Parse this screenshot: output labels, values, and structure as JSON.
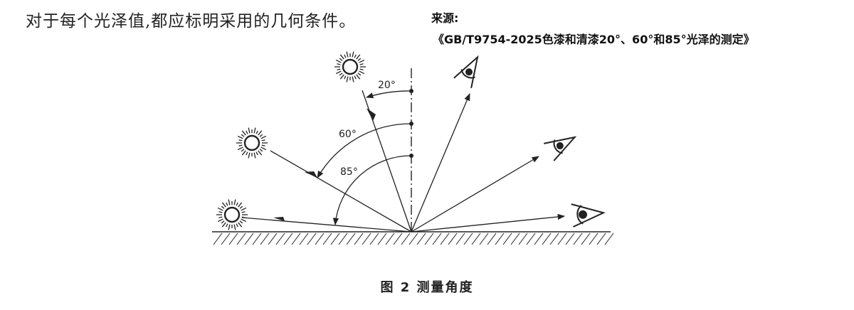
{
  "intro_text": "对于每个光泽值,都应标明采用的几何条件。",
  "source": {
    "label": "来源:",
    "reference": "《GB/T9754-2025色漆和清漆20°、60°和85°光泽的测定》"
  },
  "angles": {
    "a20": "20°",
    "a60": "60°",
    "a85": "85°"
  },
  "caption": "图 2   测量角度",
  "colors": {
    "ink": "#222222",
    "background": "#ffffff"
  }
}
